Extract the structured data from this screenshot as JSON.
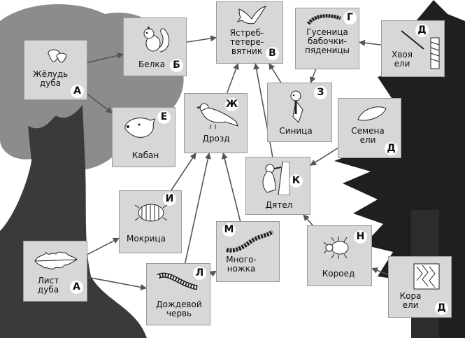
{
  "cards": {
    "acorn": {
      "label": "Жёлудь\nдуба",
      "letter": "А"
    },
    "squirrel": {
      "label": "Белка",
      "letter": "Б"
    },
    "hawk": {
      "label": "Ястреб-\nтетере-\nвятник",
      "letter": "В"
    },
    "caterpillar": {
      "label": "Гусеница\nбабочки-\nпяденицы",
      "letter": "Г"
    },
    "needles": {
      "label": "Хвоя\nели",
      "letter": "Д"
    },
    "boar": {
      "label": "Кабан",
      "letter": "Е"
    },
    "thrush": {
      "label": "Дрозд",
      "letter": "Ж"
    },
    "tit": {
      "label": "Синица",
      "letter": "З"
    },
    "seeds": {
      "label": "Семена\nели",
      "letter": "Д"
    },
    "woodpecker": {
      "label": "Дятел",
      "letter": "К"
    },
    "woodlouse": {
      "label": "Мокрица",
      "letter": "И"
    },
    "centipede": {
      "label": "Много-\nножка",
      "letter": "М"
    },
    "leaf": {
      "label": "Лист\nдуба",
      "letter": "А"
    },
    "earthworm": {
      "label": "Дождевой\nчервь",
      "letter": "Л"
    },
    "beetle": {
      "label": "Короед",
      "letter": "Н"
    },
    "bark": {
      "label": "Кора\nели",
      "letter": "Д"
    }
  },
  "icons": {
    "acorn": "acorn-icon",
    "squirrel": "squirrel-icon",
    "hawk": "hawk-icon",
    "caterpillar": "caterpillar-icon",
    "needles": "spruce-needles-icon",
    "boar": "boar-head-icon",
    "thrush": "thrush-icon",
    "tit": "tit-bird-icon",
    "seeds": "spruce-seed-icon",
    "woodpecker": "woodpecker-icon",
    "woodlouse": "woodlouse-icon",
    "centipede": "centipede-icon",
    "leaf": "oak-leaf-icon",
    "earthworm": "earthworm-icon",
    "beetle": "bark-beetle-icon",
    "bark": "spruce-bark-icon"
  },
  "edges": [
    [
      "acorn",
      "squirrel"
    ],
    [
      "acorn",
      "boar"
    ],
    [
      "squirrel",
      "hawk"
    ],
    [
      "thrush",
      "hawk"
    ],
    [
      "tit",
      "hawk"
    ],
    [
      "woodpecker",
      "hawk"
    ],
    [
      "caterpillar",
      "tit"
    ],
    [
      "needles",
      "caterpillar"
    ],
    [
      "seeds",
      "woodpecker"
    ],
    [
      "beetle",
      "woodpecker"
    ],
    [
      "bark",
      "beetle"
    ],
    [
      "woodlouse",
      "thrush"
    ],
    [
      "earthworm",
      "thrush"
    ],
    [
      "centipede",
      "thrush"
    ],
    [
      "leaf",
      "woodlouse"
    ],
    [
      "leaf",
      "earthworm"
    ],
    [
      "earthworm",
      "centipede"
    ]
  ],
  "colors": {
    "card": "#d7d7d7",
    "tree": "#3a3a3a",
    "canopy": "#8c8c8c",
    "spruce": "#1f1f1f",
    "arrow": "#555555"
  }
}
